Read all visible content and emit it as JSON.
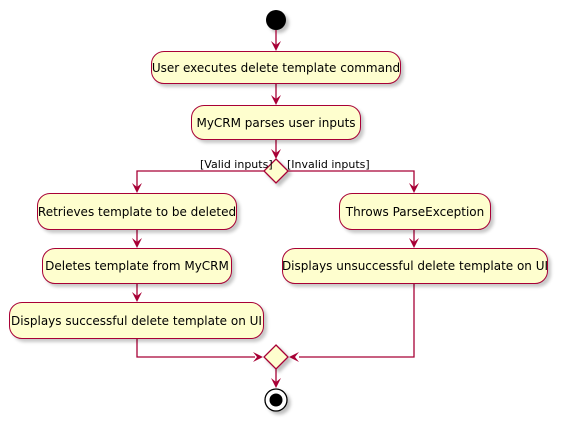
{
  "colors": {
    "line": "#a80036",
    "node_fill": "#fefece",
    "start_fill": "#000000"
  },
  "activities": {
    "execute": "User executes delete template command",
    "parse": "MyCRM parses user inputs",
    "retrieve": "Retrieves template to be deleted",
    "delete": "Deletes template from MyCRM",
    "success": "Displays successful delete template on UI",
    "throws": "Throws ParseException",
    "unsuccessful": "Displays unsuccessful delete template on UI"
  },
  "guards": {
    "valid": "[Valid inputs]",
    "invalid": "[Invalid inputs]"
  }
}
